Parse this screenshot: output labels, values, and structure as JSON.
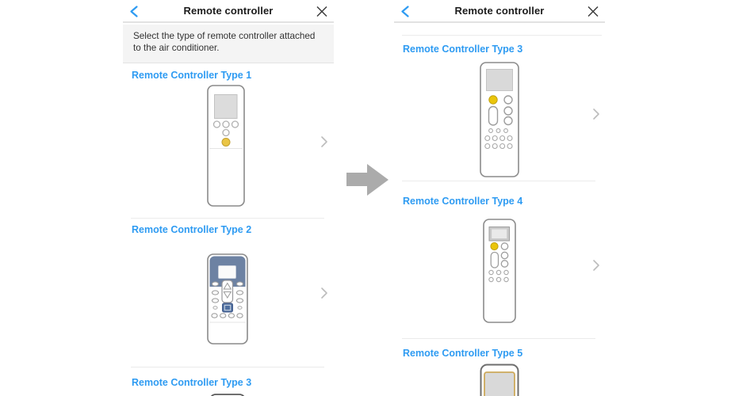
{
  "screens": {
    "left": {
      "header": {
        "title": "Remote controller"
      },
      "notice": "Select the type of remote controller attached to the air conditioner.",
      "sections": [
        {
          "label": "Remote Controller Type 1"
        },
        {
          "label": "Remote Controller Type 2"
        },
        {
          "label": "Remote Controller Type 3"
        }
      ]
    },
    "right": {
      "header": {
        "title": "Remote controller"
      },
      "sections": [
        {
          "label": "Remote Controller Type 3"
        },
        {
          "label": "Remote Controller Type 4"
        },
        {
          "label": "Remote Controller Type 5"
        }
      ]
    }
  },
  "icons": {
    "back": "chevron-left",
    "close": "x",
    "row": "chevron-right",
    "between_screens": "right-arrow"
  },
  "colors": {
    "accent_blue": "#2e9bf2",
    "header_text": "#1c1c1c",
    "notice_bg": "#f4f4f4",
    "divider": "#ebebeb",
    "transition_arrow": "#ababab",
    "remote_outline": "#8a8a8a",
    "remote_screen_gray": "#d9d9d9",
    "yellow_button": "#eac50a",
    "type2_panel_blue": "#6d82a3",
    "type2_square_blue": "#50709f",
    "type5_screen_border": "#cda95b"
  }
}
